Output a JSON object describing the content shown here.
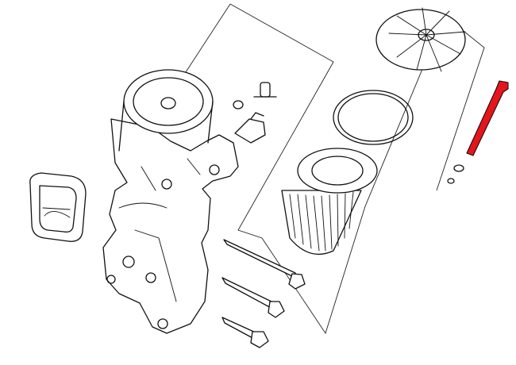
{
  "diagram": {
    "background": "#ffffff",
    "line_color": "#111111",
    "highlight_color": "#e8141b",
    "parts": [
      {
        "id": "filter-housing-cap",
        "icon": "ribbed-cap-icon"
      },
      {
        "id": "o-ring-seal",
        "icon": "ring-icon"
      },
      {
        "id": "oil-filter-element",
        "icon": "pleated-cylinder-icon"
      },
      {
        "id": "highlighted-long-bolt",
        "icon": "bolt-icon",
        "highlighted": true
      },
      {
        "id": "washer",
        "icon": "washer-icon"
      },
      {
        "id": "housing-gasket",
        "icon": "gasket-icon"
      },
      {
        "id": "oil-filter-housing",
        "icon": "housing-icon"
      },
      {
        "id": "drain-plug",
        "icon": "plug-icon"
      },
      {
        "id": "pressure-sensor",
        "icon": "sensor-icon"
      },
      {
        "id": "mounting-bolts",
        "icon": "bolt-icon",
        "count": 3
      }
    ]
  }
}
